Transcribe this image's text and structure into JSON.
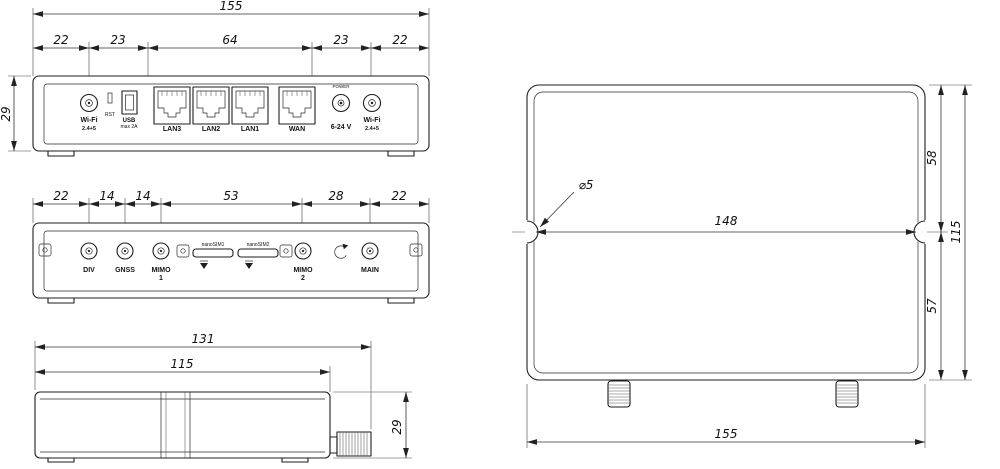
{
  "front_view": {
    "dim_total": "155",
    "dim_segments": [
      "22",
      "23",
      "64",
      "23",
      "22"
    ],
    "dim_height": "29",
    "wifi_left": {
      "label": "Wi-Fi",
      "sub": "2.4+5"
    },
    "rst_label": "RST",
    "usb_label": "USB",
    "usb_sub": "max 2A",
    "eth_ports": [
      "LAN3",
      "LAN2",
      "LAN1",
      "WAN"
    ],
    "power_label": "POWER",
    "power_voltage": "6-24 V",
    "wifi_right": {
      "label": "Wi-Fi",
      "sub": "2.4+5"
    }
  },
  "rear_view": {
    "dim_segments": [
      "22",
      "14",
      "14",
      "53",
      "28",
      "22"
    ],
    "div_label": "DIV",
    "gnss_label": "GNSS",
    "mimo1_label": "MIMO",
    "mimo1_num": "1",
    "sim1_label": "nanoSIM1",
    "sim2_label": "nanoSIM2",
    "mimo2_label": "MIMO",
    "mimo2_num": "2",
    "main_label": "MAIN"
  },
  "side_view": {
    "dim_total": "131",
    "dim_body": "115",
    "dim_height": "29"
  },
  "top_view": {
    "hole_diameter": "⌀5",
    "dim_inner": "148",
    "dim_upper": "58",
    "dim_lower": "57",
    "dim_side_total": "115",
    "dim_bottom": "155"
  }
}
